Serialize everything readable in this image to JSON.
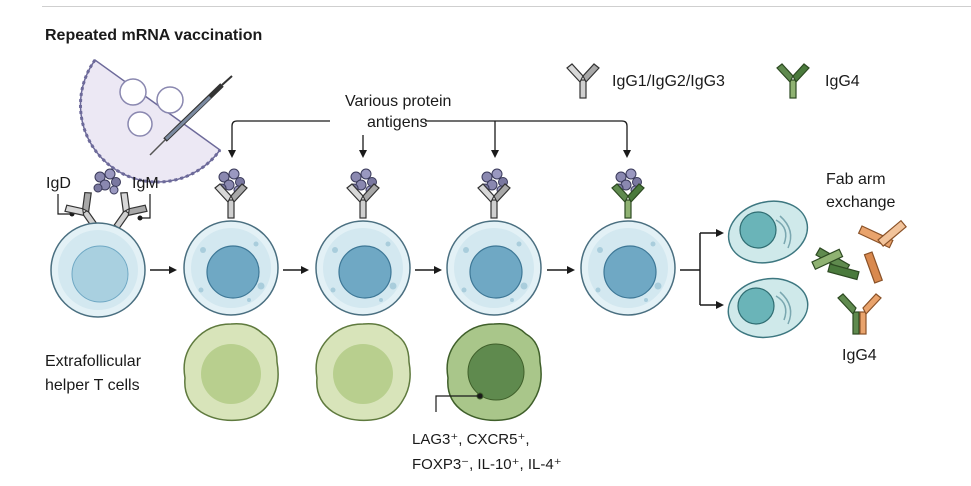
{
  "figure": {
    "title": "Repeated mRNA vaccination",
    "legend": {
      "igg123_label": "IgG1/IgG2/IgG3",
      "igg4_label": "IgG4",
      "igg123_color": "#b8b8b8",
      "igg4_color": "#5f8a4e"
    },
    "antigens_label_line1": "Various protein",
    "antigens_label_line2": "antigens",
    "igd_label": "IgD",
    "igm_label": "IgM",
    "tfh_label_line1": "Extrafollicular",
    "tfh_label_line2": "helper T cells",
    "marker_line1": "LAG3⁺, CXCR5⁺,",
    "marker_line2": "FOXP3⁻, IL-10⁺, IL-4⁺",
    "fab_label_line1": "Fab arm",
    "fab_label_line2": "exchange",
    "igg4_bottom_label": "IgG4",
    "colors": {
      "bcell_fill": "#d9ecf3",
      "bcell_nucleus": "#6fa8c4",
      "tcell_fill": "#d2e0b2",
      "tcell_active": "#8fb272",
      "plasma_fill": "#cfe9ea",
      "antigen": "#8a88b0",
      "igg4_orange": "#e9a36c"
    }
  }
}
